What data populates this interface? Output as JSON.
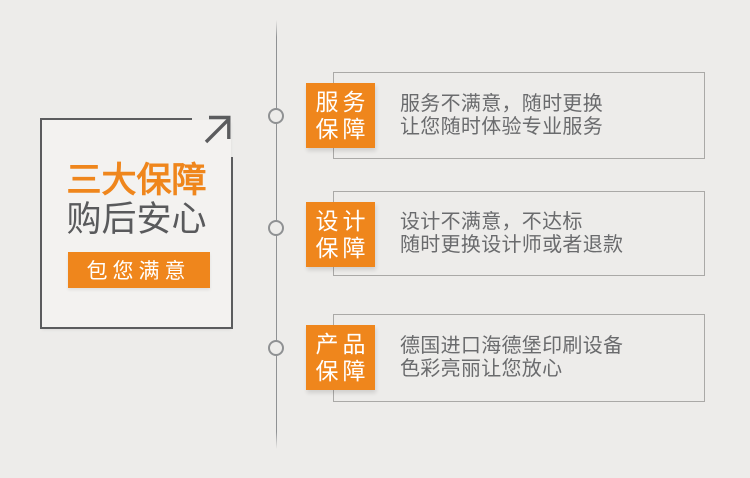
{
  "colors": {
    "background": "#edecea",
    "accent_orange": "#ef861c",
    "dark_gray": "#5b5c5e",
    "body_text_gray": "#6a6b6d",
    "frame_border_gray": "#aaa9a7",
    "timeline_gray": "#8f9193",
    "badge_text": "#ffffff"
  },
  "left_card": {
    "title": "三大保障",
    "subtitle": "购后安心",
    "button_label": "包您满意"
  },
  "items": [
    {
      "badge_line1": "服务",
      "badge_line2": "保障",
      "line1": "服务不满意，随时更换",
      "line2": "让您随时体验专业服务"
    },
    {
      "badge_line1": "设计",
      "badge_line2": "保障",
      "line1": "设计不满意，不达标",
      "line2": "随时更换设计师或者退款"
    },
    {
      "badge_line1": "产品",
      "badge_line2": "保障",
      "line1": "德国进口海德堡印刷设备",
      "line2": "色彩亮丽让您放心"
    }
  ]
}
